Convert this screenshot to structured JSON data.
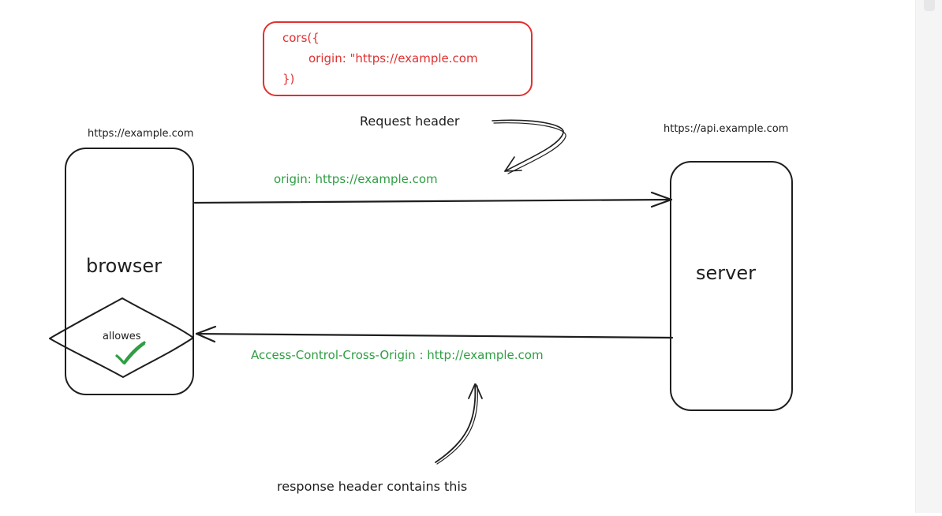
{
  "code_box": {
    "line1": "cors({",
    "line2": "origin: \"https://example.com",
    "line3": "})",
    "color": "#e03131"
  },
  "labels": {
    "request_header": "Request header",
    "browser_origin": "https://example.com",
    "server_origin": "https://api.example.com",
    "origin_header": "origin: https://example.com",
    "response_value": "Access-Control-Cross-Origin : http://example.com",
    "response_note": "response header contains this"
  },
  "nodes": {
    "browser": "browser",
    "server": "server",
    "allowes": "allowes"
  },
  "colors": {
    "ink": "#1e1e1e",
    "green": "#2f9e44",
    "red": "#e03131"
  },
  "icons": {
    "check": "check-icon"
  }
}
